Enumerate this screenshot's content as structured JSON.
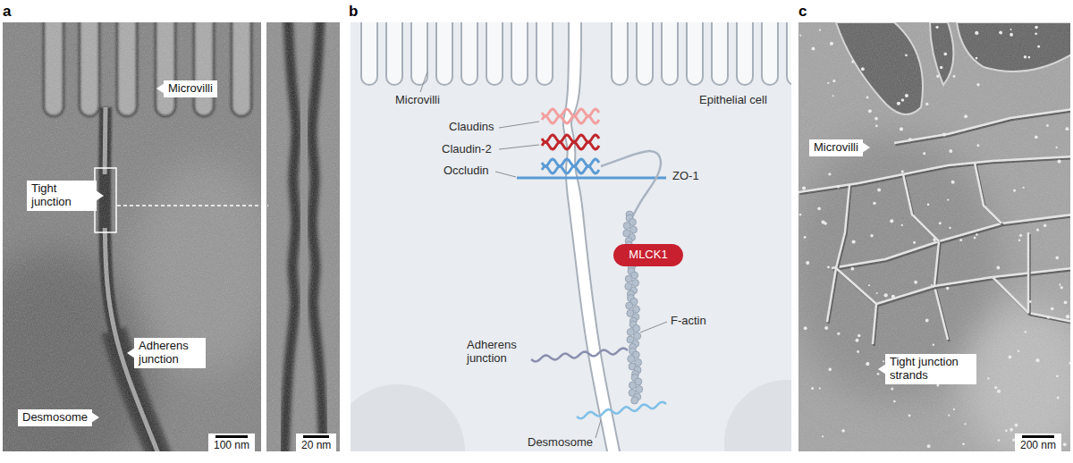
{
  "diagram": {
    "nodes": [
      {
        "text": [
          "Microvilli"
        ]
      },
      {
        "text": [
          "Tight junction"
        ]
      },
      {
        "text": [
          "Adherens junction"
        ]
      },
      {
        "text": [
          "Desmosome"
        ]
      },
      {
        "text": [
          "100 nm"
        ]
      },
      {
        "text": [
          "20 nm"
        ]
      },
      {
        "text": [
          "MLCK1"
        ]
      },
      {
        "text": [
          "Microvilli"
        ]
      },
      {
        "text": [
          "Tight junction strands"
        ]
      },
      {
        "text": [
          "200 nm"
        ]
      }
    ],
    "labels": [
      "a",
      "b",
      "c",
      "Microvilli",
      "Epithelial cell",
      "Claudins",
      "Claudin-2",
      "Occludin",
      "ZO-1",
      "Adherens junction",
      "F-actin",
      "Desmosome"
    ]
  }
}
